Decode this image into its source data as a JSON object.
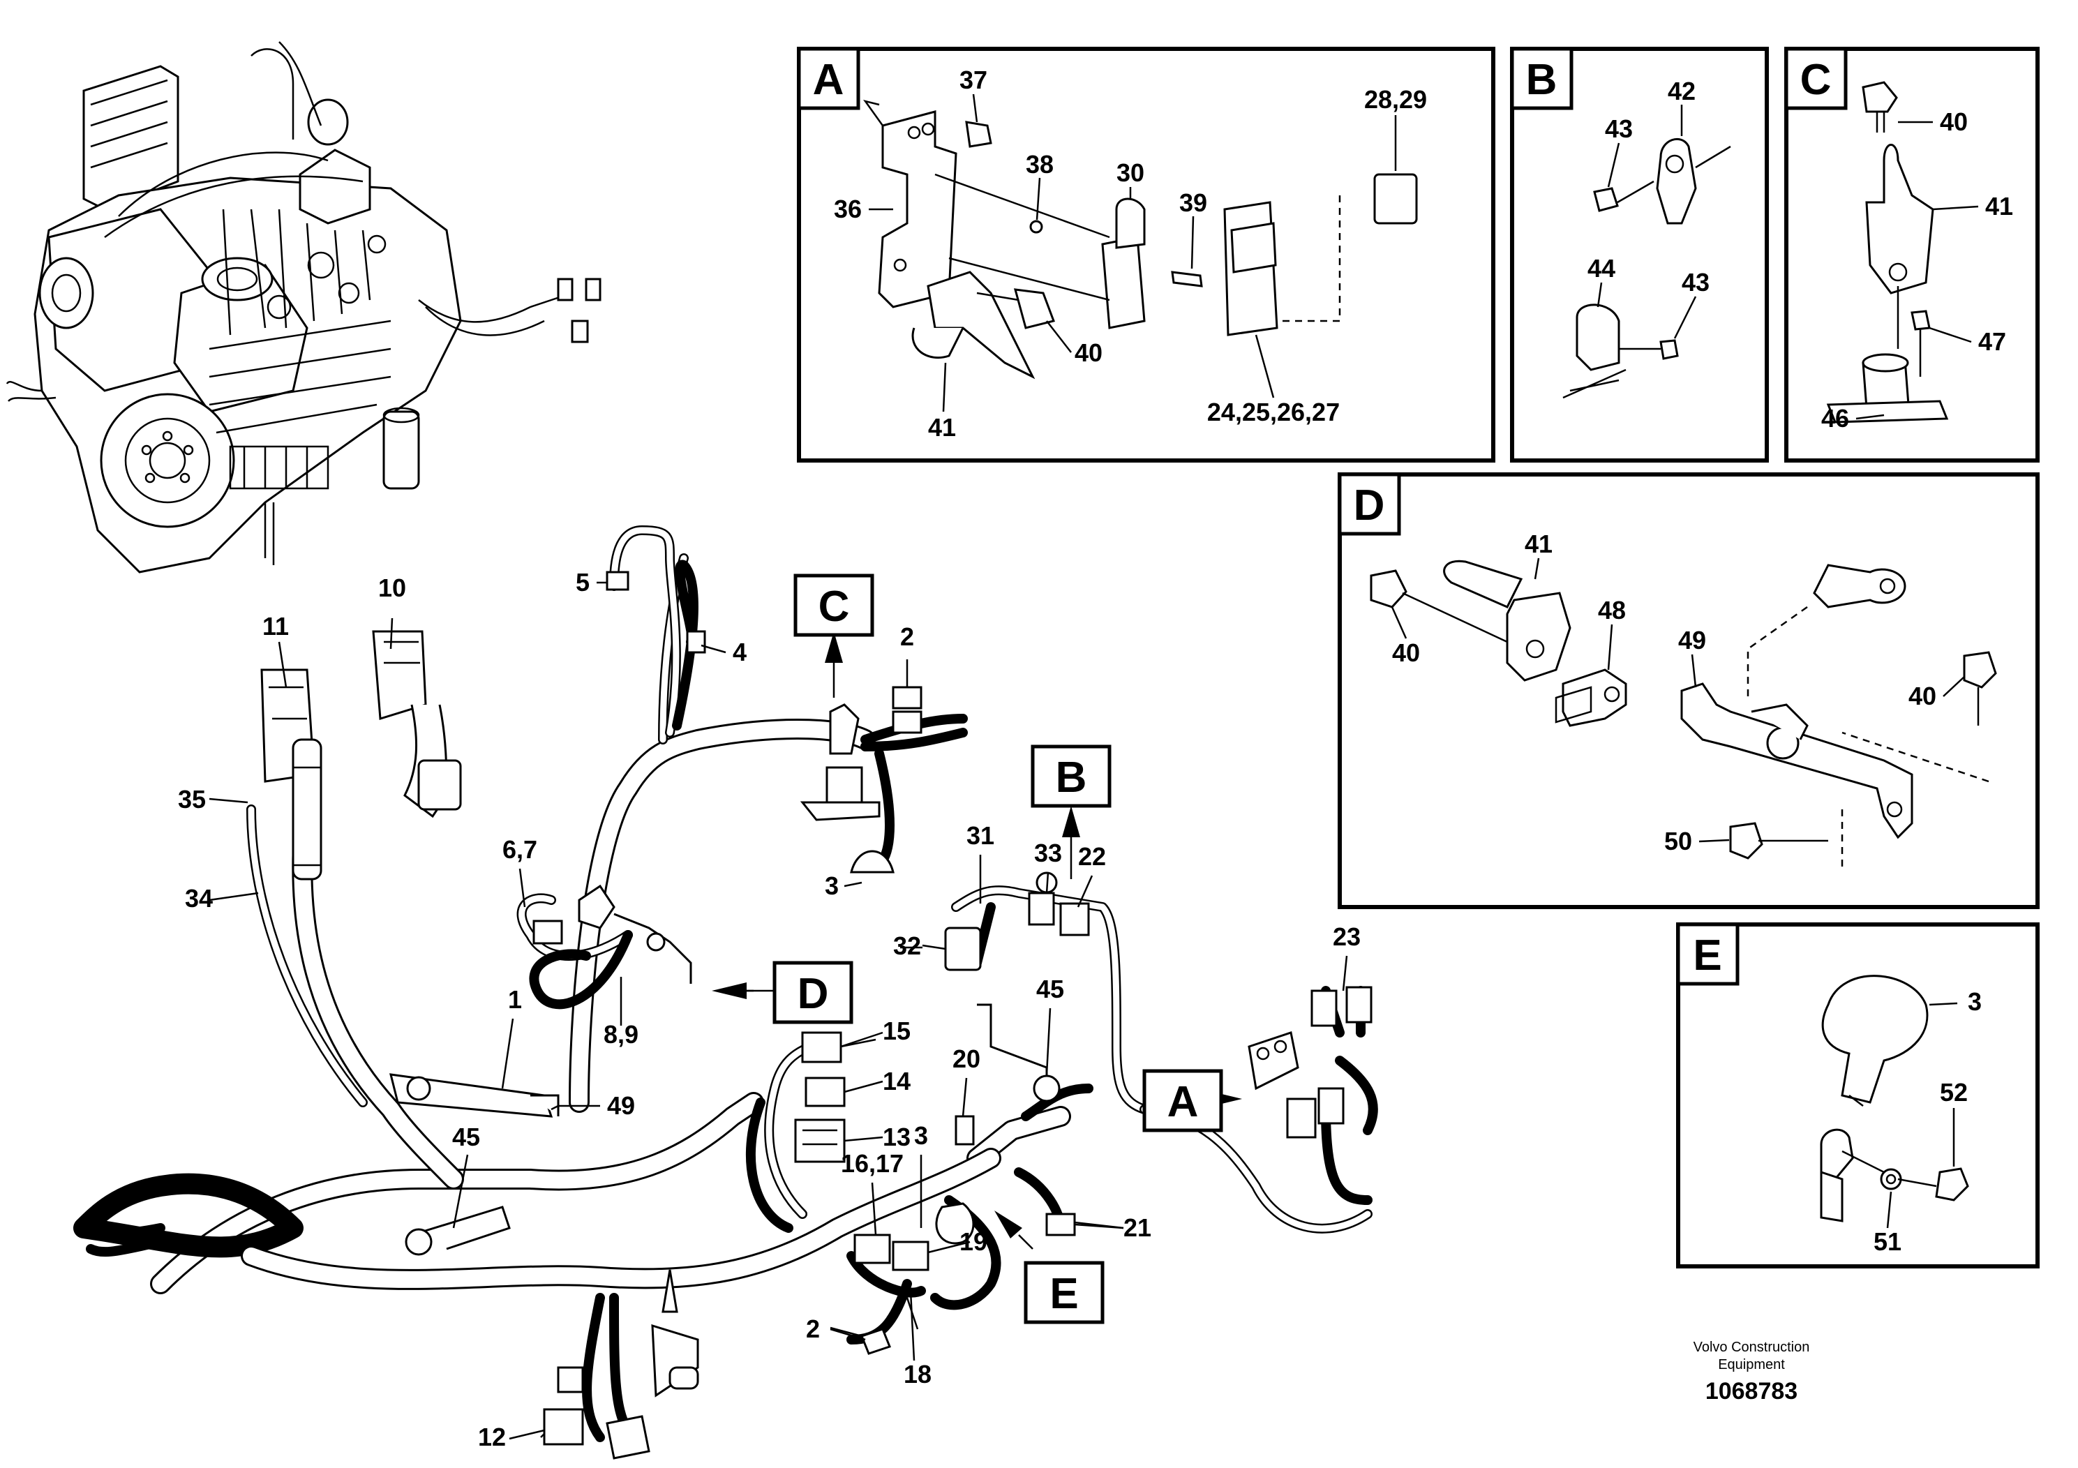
{
  "detail_letters": {
    "a": "A",
    "b": "B",
    "c": "C",
    "d": "D",
    "e": "E"
  },
  "callouts": {
    "c1": "1",
    "c2a": "2",
    "c2b": "2",
    "c3a": "3",
    "c3b": "3",
    "c3e": "3",
    "c4": "4",
    "c5": "5",
    "c67": "6,7",
    "c89": "8,9",
    "c10": "10",
    "c11": "11",
    "c12": "12",
    "c13": "13",
    "c14": "14",
    "c15": "15",
    "c1617": "16,17",
    "c18": "18",
    "c19": "19",
    "c20": "20",
    "c21": "21",
    "c22": "22",
    "c23": "23",
    "c31": "31",
    "c32": "32",
    "c33": "33",
    "c34": "34",
    "c35": "35",
    "c45a": "45",
    "c45b": "45",
    "c49": "49",
    "a37": "37",
    "a38": "38",
    "a30": "30",
    "a39": "39",
    "a36": "36",
    "a40": "40",
    "a41": "41",
    "a2829": "28,29",
    "a2427": "24,25,26,27",
    "b42": "42",
    "b43a": "43",
    "b44": "44",
    "b43b": "43",
    "c40": "40",
    "c41": "41",
    "c47": "47",
    "c46": "46",
    "d41": "41",
    "d48": "48",
    "d49": "49",
    "d40a": "40",
    "d40b": "40",
    "d50": "50",
    "e3": "3",
    "e52": "52",
    "e51": "51"
  },
  "footer": {
    "brand_line1": "Volvo Construction",
    "brand_line2": "Equipment",
    "drawing_number": "1068783"
  }
}
